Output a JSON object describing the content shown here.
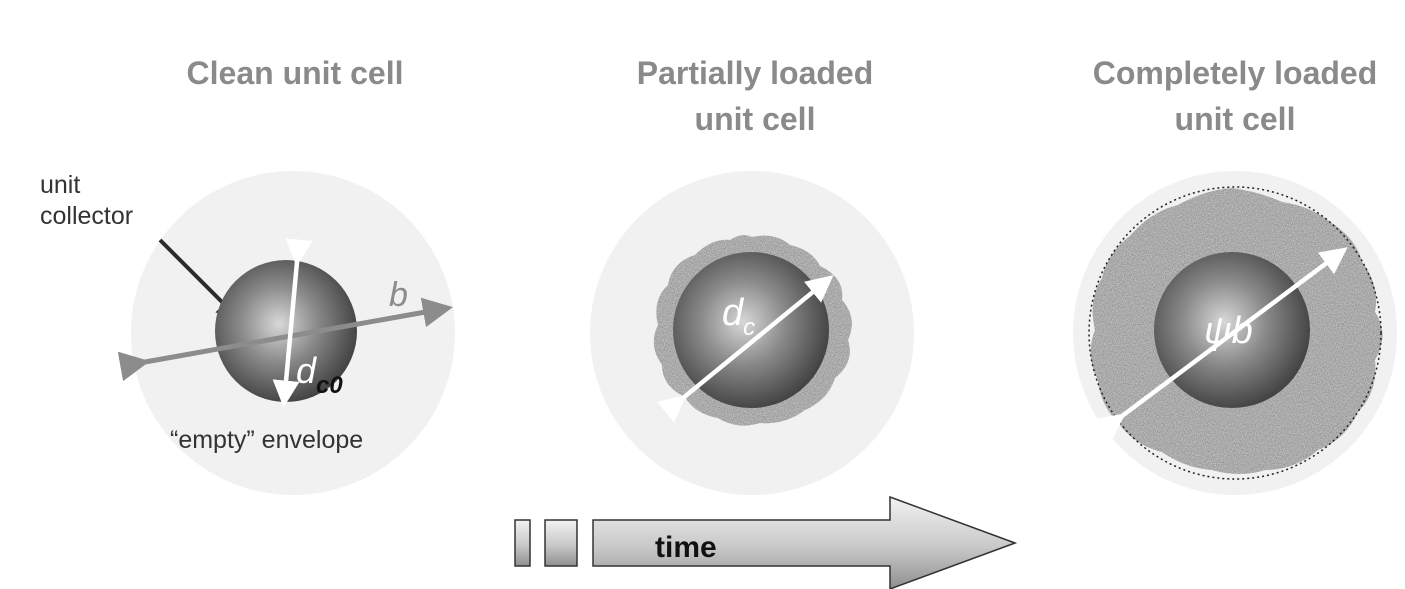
{
  "titles": {
    "clean": "Clean unit cell",
    "partial_line1": "Partially loaded",
    "partial_line2": "unit cell",
    "complete_line1": "Completely loaded",
    "complete_line2": "unit cell"
  },
  "labels": {
    "unit": "unit",
    "collector": "collector",
    "envelope": "“empty” envelope",
    "b": "b",
    "dc0_main": "d",
    "dc0_sub": "c0",
    "dc_main": "d",
    "dc_sub": "c",
    "psib": "ψb",
    "time": "time"
  },
  "colors": {
    "envelope": "#f1f1f1",
    "title_gray": "#8a8a8a",
    "arrow_gray": "#8c8c8c"
  }
}
